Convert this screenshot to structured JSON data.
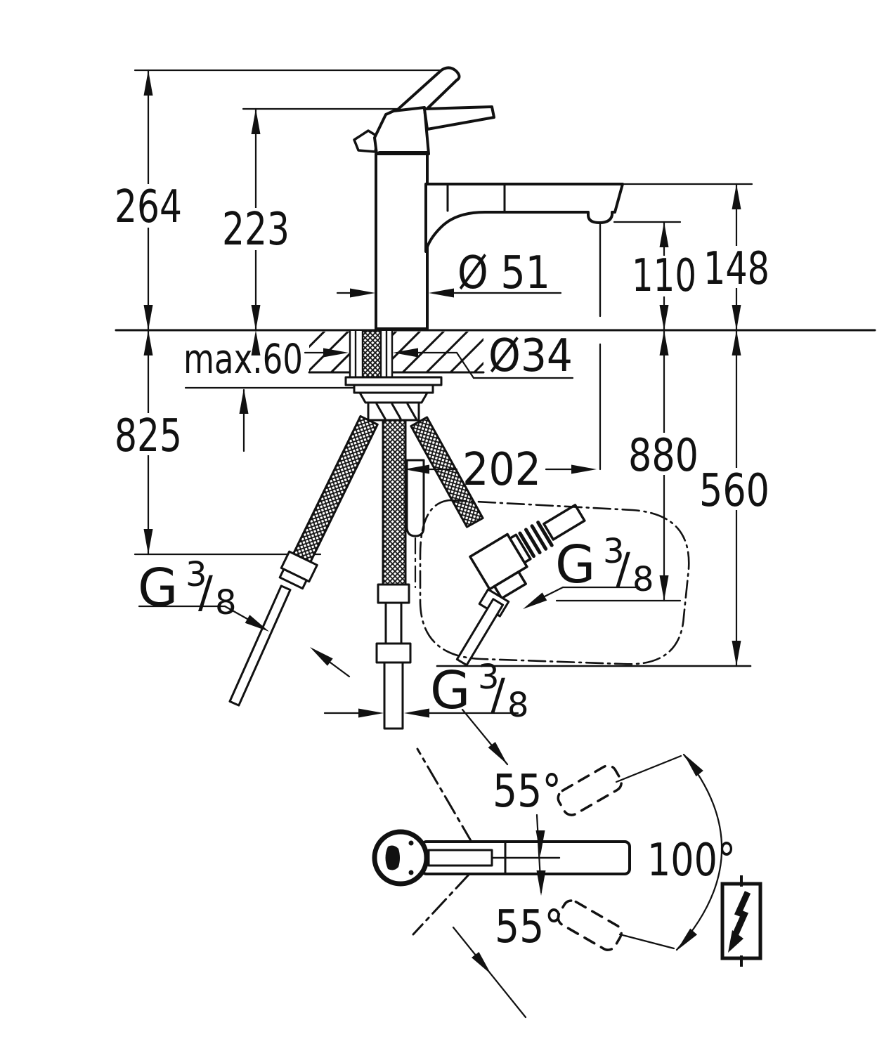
{
  "colors": {
    "ink": "#111111",
    "paper": "#ffffff"
  },
  "side_view": {
    "dim_overall_height": "264",
    "dim_body_height": "223",
    "dim_escutcheon_diameter": "Ø 51",
    "dim_spout_outlet_height": "110",
    "dim_spout_top_height": "148",
    "dim_max_deck_thickness": "max.60",
    "dim_hole_diameter": "Ø34",
    "dim_left_hose_length": "825",
    "dim_spout_reach": "202",
    "dim_right_hose_length": "880",
    "dim_bottom_hose_length": "560",
    "thread_label": {
      "g": "G",
      "numerator": "3",
      "slash": "/",
      "denominator": "8"
    }
  },
  "top_view": {
    "angle_swivel_up": "55°",
    "angle_swivel_down": "55°",
    "angle_swivel_total": "100°"
  },
  "symbols": {
    "lightning_bolt": "suitable-for-instantaneous-water-heater"
  }
}
